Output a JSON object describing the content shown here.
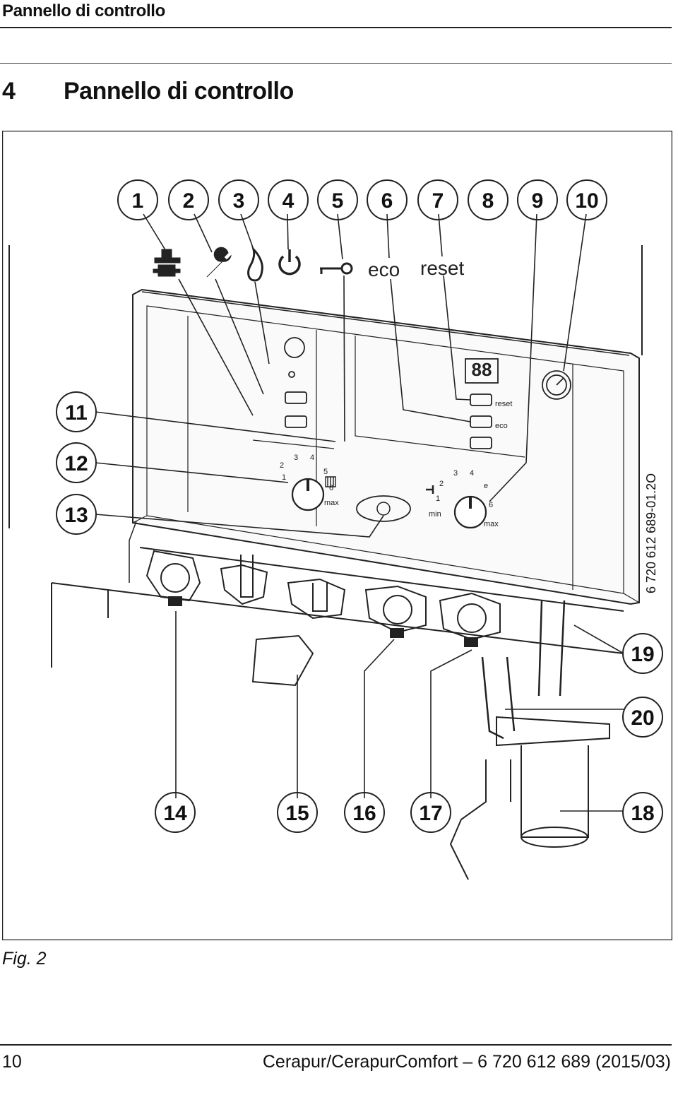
{
  "header": {
    "running_title": "Pannello di controllo"
  },
  "section": {
    "number": "4",
    "title": "Pannello di controllo"
  },
  "figure": {
    "callouts_top": [
      "1",
      "2",
      "3",
      "4",
      "5",
      "6",
      "7",
      "8",
      "9",
      "10"
    ],
    "callouts_left": [
      "11",
      "12",
      "13"
    ],
    "callouts_right": [
      "19",
      "20",
      "18"
    ],
    "callouts_bottom": [
      "14",
      "15",
      "16",
      "17"
    ],
    "legend_texts": {
      "eco": "eco",
      "reset": "reset"
    },
    "panel_labels": {
      "display": "88",
      "reset": "reset",
      "eco": "eco"
    },
    "heating_knob": {
      "n1": "1",
      "n2": "2",
      "n3": "3",
      "n4": "4",
      "n5": "5",
      "n6": "6",
      "max": "max"
    },
    "water_knob": {
      "n1": "1",
      "n2": "2",
      "n3": "3",
      "n4": "4",
      "n5": "e",
      "n6": "6",
      "min": "min",
      "max": "max"
    },
    "drawing_code": "6 720 612 689-01.2O"
  },
  "caption": "Fig. 2",
  "footer": {
    "page_number": "10",
    "document": "Cerapur/CerapurComfort – 6 720 612 689 (2015/03)"
  }
}
